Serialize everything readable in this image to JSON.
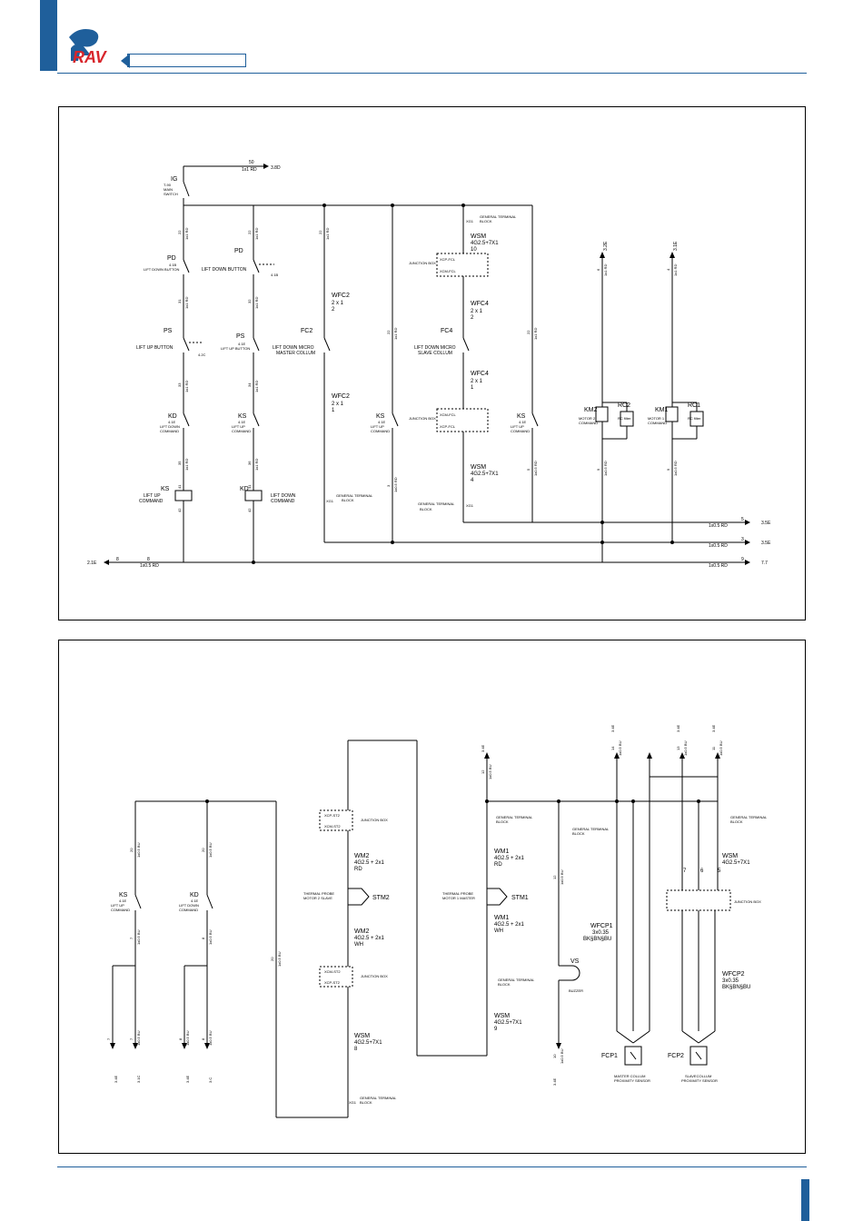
{
  "top": {
    "supply": {
      "wire": "50",
      "cable": "1x1 RD",
      "ref": "3.8D"
    },
    "ig": {
      "tag": "IG",
      "desc1": "T-90",
      "desc2": "MAIN",
      "desc3": "SWITCH"
    },
    "pd1": {
      "tag": "PD",
      "ref": "4.1B",
      "desc": "LIFT DOWN BUTTON"
    },
    "pd2": {
      "tag": "PD",
      "ref": "4.1B",
      "desc": "LIFT DOWN BUTTON",
      "ref2": "4.1B"
    },
    "ps1": {
      "tag": "PS",
      "desc": "LIFT UP BUTTON",
      "ref": "4.2C"
    },
    "ps2": {
      "tag": "PS",
      "ref": "4.1E",
      "desc": "LIFT UP BUTTON"
    },
    "kd": {
      "tag": "KD",
      "ref": "4.1E",
      "d1": "LIFT DOWN",
      "d2": "COMMAND"
    },
    "ks2": {
      "tag": "KS",
      "ref": "4.1E",
      "d1": "LIFT UP",
      "d2": "COMMAND"
    },
    "ks3": {
      "tag": "KS",
      "ref": "4.1E",
      "d1": "LIFT UP",
      "d2": "COMMAND"
    },
    "ks4": {
      "tag": "KS",
      "ref": "4.1E",
      "d1": "LIFT UP",
      "d2": "COMMAND"
    },
    "coil_ks": {
      "tag": "KS",
      "d1": "LIFT UP",
      "d2": "COMMAND"
    },
    "coil_kd": {
      "tag": "KD",
      "d1": "LIFT DOWN",
      "d2": "COMMAND"
    },
    "fc2": {
      "tag": "FC2",
      "d1": "LIFT DOWN MICRO",
      "d2": "MASTER COLLUM"
    },
    "fc4": {
      "tag": "FC4",
      "d1": "LIFT DOWN MICRO",
      "d2": "SLAVE COLLUM"
    },
    "wfc2a": {
      "tag": "WFC2",
      "l1": "2 x 1",
      "l2": "2"
    },
    "wfc2b": {
      "tag": "WFC2",
      "l1": "2 x 1",
      "l2": "1"
    },
    "wfc4a": {
      "tag": "WFC4",
      "l1": "2 x 1",
      "l2": "2"
    },
    "wfc4b": {
      "tag": "WFC4",
      "l1": "2 x 1",
      "l2": "1"
    },
    "wsm_a": {
      "tag": "WSM",
      "l1": "4G2.5+7X1",
      "l2": "10"
    },
    "wsm_b": {
      "tag": "WSM",
      "l1": "4G2.5+7X1",
      "l2": "4"
    },
    "gtb": "GENERAL TERMINAL",
    "block": "BLOCK",
    "xg1": "XG1",
    "jb": "JUNCTION BOX",
    "xcp_fcl": "XCP-FCL",
    "xcm_fcl": "XCM-FCL",
    "km2": {
      "tag": "KM2",
      "d1": "MOTOR 2",
      "d2": "COMMAND",
      "rc": "RC2",
      "rcd": "RC filter"
    },
    "km1": {
      "tag": "KM1",
      "d1": "MOTOR 1",
      "d2": "COMMAND",
      "rc": "RC1",
      "rcd": "RC filter"
    },
    "ref_32e": "3.2E",
    "ref_31e": "3.1E",
    "ref_35e": "3.5E",
    "ref_21e": "2.1E",
    "ref_77": "7.7",
    "bus": {
      "w5": "5",
      "w3": "3",
      "w9": "9",
      "w8": "8",
      "cable": "1x0.5 RD"
    },
    "wires": {
      "w22": "22",
      "w31": "31",
      "w32": "32",
      "w33": "33",
      "w34": "34",
      "w35": "35",
      "w36": "36",
      "w41": "41",
      "w42": "42",
      "w6": "6",
      "w4": "4",
      "w3": "3",
      "w5": "5",
      "w9": "9",
      "cable1": "1x1 RD",
      "cable05": "1x0.5 RD"
    }
  },
  "bottom": {
    "ks": {
      "tag": "KS",
      "ref": "4.1E",
      "d1": "LIFT UP",
      "d2": "COMMAND"
    },
    "kd": {
      "tag": "KD",
      "ref": "4.1E",
      "d1": "LIFT DOWN",
      "d2": "COMMAND"
    },
    "wm2a": {
      "tag": "WM2",
      "l1": "4G2.5 + 2x1",
      "l2": "RD"
    },
    "wm2b": {
      "tag": "WM2",
      "l1": "4G2.5 + 2x1",
      "l2": "WH"
    },
    "wm1a": {
      "tag": "WM1",
      "l1": "4G2.5 + 2x1",
      "l2": "RD"
    },
    "wm1b": {
      "tag": "WM1",
      "l1": "4G2.5 + 2x1",
      "l2": "WH"
    },
    "stm2": {
      "tag": "STM2",
      "d1": "THERMAL PROBE",
      "d2": "MOTOR 2 SLAVE"
    },
    "stm1": {
      "tag": "STM1",
      "d1": "THERMAL PROBE",
      "d2": "MOTOR 1 MASTER"
    },
    "xcp_st2": "XCP-ST2",
    "xcm_st2": "XCM-ST2",
    "jb": "JUNCTION BOX",
    "wsm8": {
      "tag": "WSM",
      "l1": "4G2.5+7X1",
      "l2": "8"
    },
    "wsm9": {
      "tag": "WSM",
      "l1": "4G2.5+7X1",
      "l2": "9"
    },
    "wsm_r": {
      "tag": "WSM",
      "l1": "4G2.5+7X1"
    },
    "wsm_r_nums": [
      "7",
      "6",
      "5"
    ],
    "gtb": "GENERAL TERMINAL",
    "block": "BLOCK",
    "xg1": "XG1",
    "vs": {
      "tag": "VS",
      "d": "BUZZER"
    },
    "wfcp1": {
      "tag": "WFCP1",
      "l1": "3x0.35",
      "l2": "BK§BN§BU"
    },
    "wfcp2": {
      "tag": "WFCP2",
      "l1": "3x0.35",
      "l2": "BK§BN§BU"
    },
    "fcp1": {
      "tag": "FCP1",
      "d1": "MASTER COLLUM",
      "d2": "PROXIMITY SENSOR"
    },
    "fcp2": {
      "tag": "FCP2",
      "d1": "SLAVECOLLUM",
      "d2": "PROXIMITY SENSOR"
    },
    "refs": {
      "r34e": "3.4E",
      "r31c": "3.1C",
      "r3c": "3.C"
    },
    "cable_bu": "1x0.5 BU",
    "wires": {
      "w20": "20",
      "w21": "21",
      "w12": "12",
      "w13": "13",
      "w14": "14",
      "w11": "11",
      "w10": "10",
      "w7": "7",
      "w8": "8"
    }
  },
  "colors": {
    "brand": "#1f5f9b",
    "logo_red": "#d8262c"
  }
}
